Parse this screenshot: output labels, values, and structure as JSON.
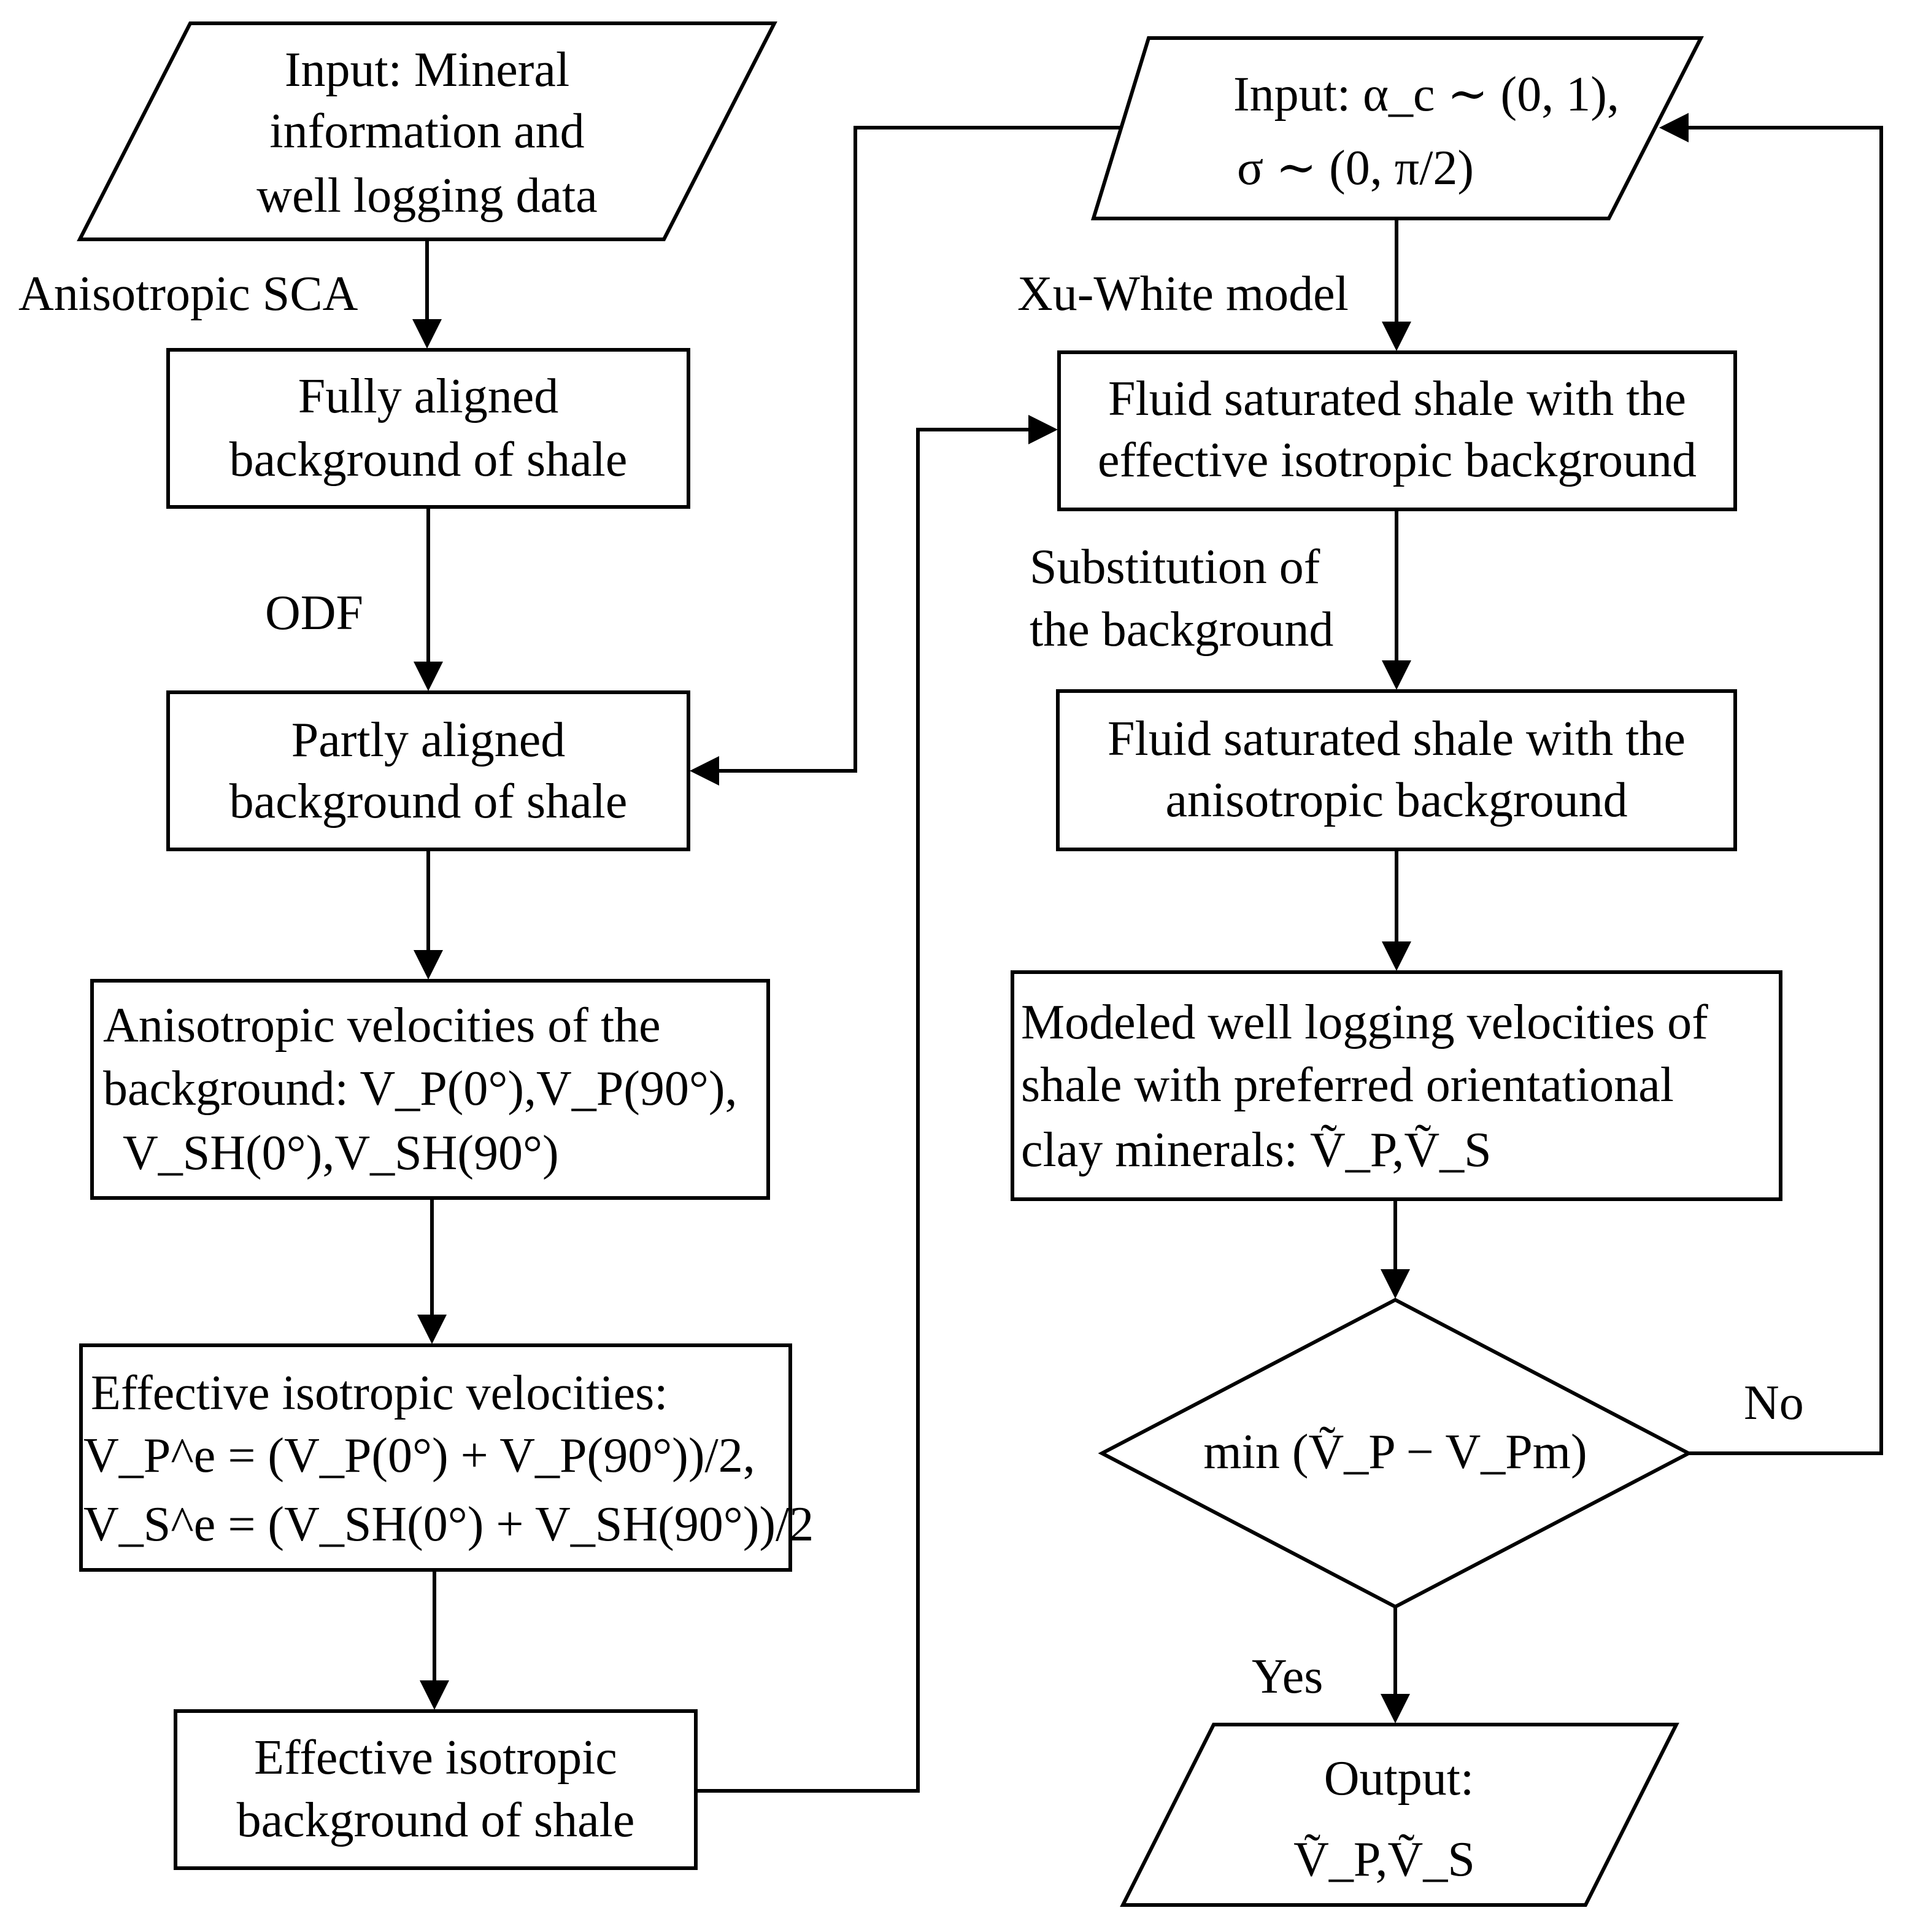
{
  "nodes": {
    "input_minerals": [
      "Input: Mineral",
      "information and",
      "well logging data"
    ],
    "fully_aligned": [
      "Fully aligned",
      "background of shale"
    ],
    "partly_aligned": [
      "Partly aligned",
      "background of shale"
    ],
    "anisotropic_velocities": [
      "Anisotropic velocities of the",
      "background:  V_P(0°),V_P(90°),",
      "V_SH(0°),V_SH(90°)"
    ],
    "effective_isotropic_velocities": [
      "Effective isotropic velocities:",
      "V_P^e = (V_P(0°) + V_P(90°))/2,",
      "V_S^e = (V_SH(0°) + V_SH(90°))/2"
    ],
    "effective_isotropic_background": [
      "Effective isotropic",
      "background of shale"
    ],
    "input_alpha_sigma": [
      "Input: α_c ∼ (0, 1),",
      "σ ∼ (0, π/2)"
    ],
    "fluid_isotropic": [
      "Fluid saturated shale with the",
      "effective isotropic background"
    ],
    "fluid_anisotropic": [
      "Fluid saturated shale with the",
      "anisotropic background"
    ],
    "modeled_velocities": [
      "Modeled well logging velocities of",
      "shale with preferred orientational",
      "clay minerals: Ṽ_P,Ṽ_S"
    ],
    "decision": [
      "min (Ṽ_P − V_Pm)"
    ],
    "output": [
      "Output:",
      "Ṽ_P,Ṽ_S"
    ]
  },
  "edge_labels": {
    "anisotropic_sca": "Anisotropic SCA",
    "odf": "ODF",
    "xu_white": "Xu-White model",
    "substitution": [
      "Substitution of",
      "the background"
    ],
    "no": "No",
    "yes": "Yes"
  }
}
